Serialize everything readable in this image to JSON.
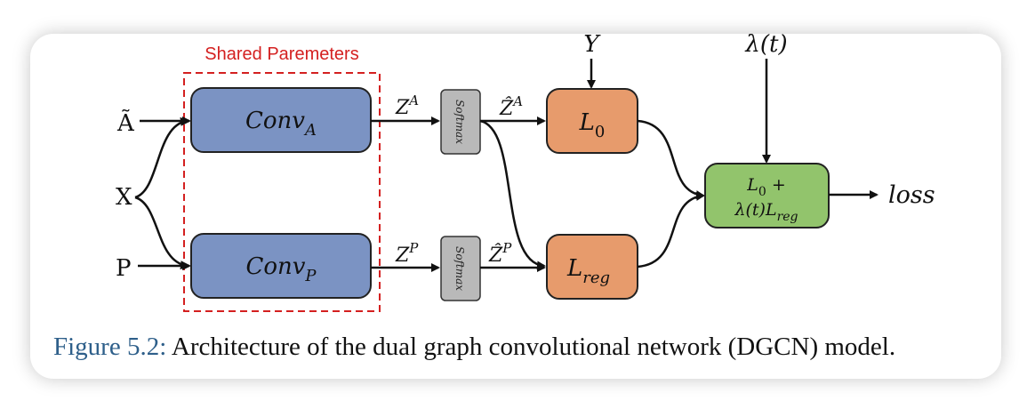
{
  "figure": {
    "group_label": "Shared Paremeters",
    "inputs": {
      "a": "Ã",
      "x": "X",
      "p": "P"
    },
    "conv_a": {
      "base": "Conv",
      "sub": "A"
    },
    "conv_p": {
      "base": "Conv",
      "sub": "P"
    },
    "z_a": {
      "base": "Z",
      "sup": "A"
    },
    "z_p": {
      "base": "Z",
      "sup": "P"
    },
    "softmax": "Softmax",
    "zhat_a": {
      "base": "Ẑ",
      "sup": "A"
    },
    "zhat_p": {
      "base": "Ẑ",
      "sup": "P"
    },
    "y": "Y",
    "lambda_t": "λ(t)",
    "l0": {
      "base": "L",
      "sub": "0"
    },
    "lreg": {
      "base": "L",
      "sub": "reg"
    },
    "total": {
      "line1_base": "L",
      "line1_sub": "0",
      "line1_tail": " +",
      "line2_base": "λ(t)L",
      "line2_sub": "reg"
    },
    "loss": "loss"
  },
  "caption": {
    "number": "Figure 5.2:",
    "text": " Architecture of the dual graph convolutional network (DGCN) model."
  },
  "colors": {
    "conv_fill": "#7b93c3",
    "softmax_fill": "#b9b9b9",
    "loss_fill": "#e79b6c",
    "total_fill": "#92c46c",
    "shared_border": "#d42020",
    "caption_accent": "#2e5f8a"
  }
}
